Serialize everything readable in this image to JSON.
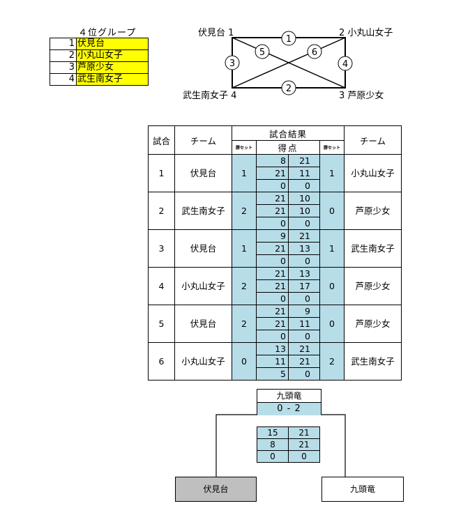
{
  "group": {
    "title": "４位グループ",
    "teams": [
      {
        "num": "1",
        "name": "伏見台"
      },
      {
        "num": "2",
        "name": "小丸山女子"
      },
      {
        "num": "3",
        "name": "芦原少女"
      },
      {
        "num": "4",
        "name": "武生南女子"
      }
    ]
  },
  "diagram": {
    "corner_tl": "伏見台 1",
    "corner_tr": "2 小丸山女子",
    "corner_bl": "武生南女子 4",
    "corner_br": "3 芦原少女",
    "match_numbers": [
      "1",
      "2",
      "3",
      "4",
      "5",
      "6"
    ]
  },
  "results": {
    "headers": {
      "match": "試合",
      "team": "チーム",
      "result": "試合結果",
      "set_win": "勝セット",
      "points": "得点"
    },
    "matches": [
      {
        "no": "1",
        "team_a": "伏見台",
        "sets_a": "1",
        "scores": [
          [
            "8",
            "21"
          ],
          [
            "21",
            "11"
          ],
          [
            "0",
            "0"
          ]
        ],
        "sets_b": "1",
        "team_b": "小丸山女子"
      },
      {
        "no": "2",
        "team_a": "武生南女子",
        "sets_a": "2",
        "scores": [
          [
            "21",
            "10"
          ],
          [
            "21",
            "10"
          ],
          [
            "0",
            "0"
          ]
        ],
        "sets_b": "0",
        "team_b": "芦原少女"
      },
      {
        "no": "3",
        "team_a": "伏見台",
        "sets_a": "1",
        "scores": [
          [
            "9",
            "21"
          ],
          [
            "21",
            "13"
          ],
          [
            "0",
            "0"
          ]
        ],
        "sets_b": "1",
        "team_b": "武生南女子"
      },
      {
        "no": "4",
        "team_a": "小丸山女子",
        "sets_a": "2",
        "scores": [
          [
            "21",
            "13"
          ],
          [
            "21",
            "17"
          ],
          [
            "0",
            "0"
          ]
        ],
        "sets_b": "0",
        "team_b": "芦原少女"
      },
      {
        "no": "5",
        "team_a": "伏見台",
        "sets_a": "2",
        "scores": [
          [
            "21",
            "9"
          ],
          [
            "21",
            "11"
          ],
          [
            "0",
            "0"
          ]
        ],
        "sets_b": "0",
        "team_b": "芦原少女"
      },
      {
        "no": "6",
        "team_a": "小丸山女子",
        "sets_a": "0",
        "scores": [
          [
            "13",
            "21"
          ],
          [
            "11",
            "21"
          ],
          [
            "5",
            "0"
          ]
        ],
        "sets_b": "2",
        "team_b": "武生南女子"
      }
    ]
  },
  "bracket": {
    "winner": "九頭竜",
    "score": "0 - 2",
    "sets": [
      [
        "15",
        "21"
      ],
      [
        "8",
        "21"
      ],
      [
        "0",
        "0"
      ]
    ],
    "team_left": "伏見台",
    "team_right": "九頭竜"
  },
  "colors": {
    "highlight": "#ffff00",
    "score_fill": "#b7dde8",
    "loser_fill": "#bfbfbf"
  }
}
